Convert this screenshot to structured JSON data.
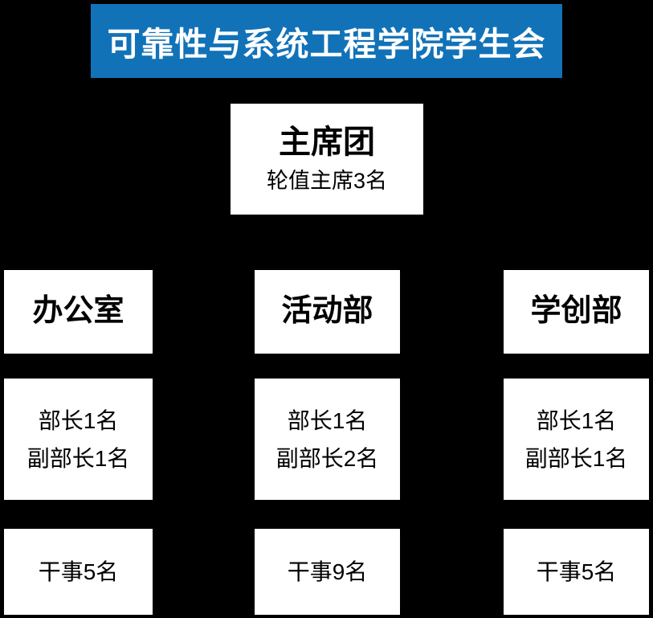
{
  "banner": {
    "title": "可靠性与系统工程学院学生会"
  },
  "root": {
    "title": "主席团",
    "subtitle": "轮值主席3名"
  },
  "departments": [
    {
      "name": "办公室",
      "leaders": [
        "部长1名",
        "副部长1名"
      ],
      "staff": "干事5名"
    },
    {
      "name": "活动部",
      "leaders": [
        "部长1名",
        "副部长2名"
      ],
      "staff": "干事9名"
    },
    {
      "name": "学创部",
      "leaders": [
        "部长1名",
        "副部长1名"
      ],
      "staff": "干事5名"
    }
  ],
  "colors": {
    "background": "#000000",
    "banner_bg": "#1172b8",
    "banner_text": "#ffffff",
    "box_bg": "#ffffff",
    "box_text": "#000000"
  }
}
